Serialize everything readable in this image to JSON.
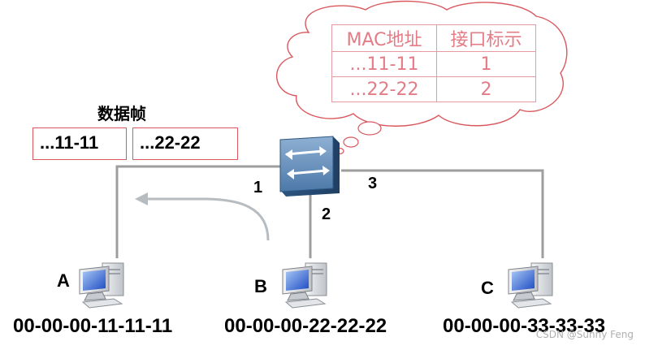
{
  "mac_table": {
    "headers": [
      "MAC地址",
      "接口标示"
    ],
    "rows": [
      {
        "mac": "...11-11",
        "port": "1"
      },
      {
        "mac": "...22-22",
        "port": "2"
      }
    ]
  },
  "frame": {
    "title": "数据帧",
    "fields": [
      "...11-11",
      "...22-22"
    ]
  },
  "ports": [
    "1",
    "2",
    "3"
  ],
  "hosts": [
    {
      "label": "A",
      "mac": "00-00-00-11-11-11"
    },
    {
      "label": "B",
      "mac": "00-00-00-22-22-22"
    },
    {
      "label": "C",
      "mac": "00-00-00-33-33-33"
    }
  ],
  "watermark": "CSDN @Sunny Feng",
  "colors": {
    "accent": "#d9585e",
    "table_text": "#e37c86",
    "link": "#9e9e9e",
    "arrow": "#b7bcc0",
    "switch": "#3f6c9c"
  }
}
